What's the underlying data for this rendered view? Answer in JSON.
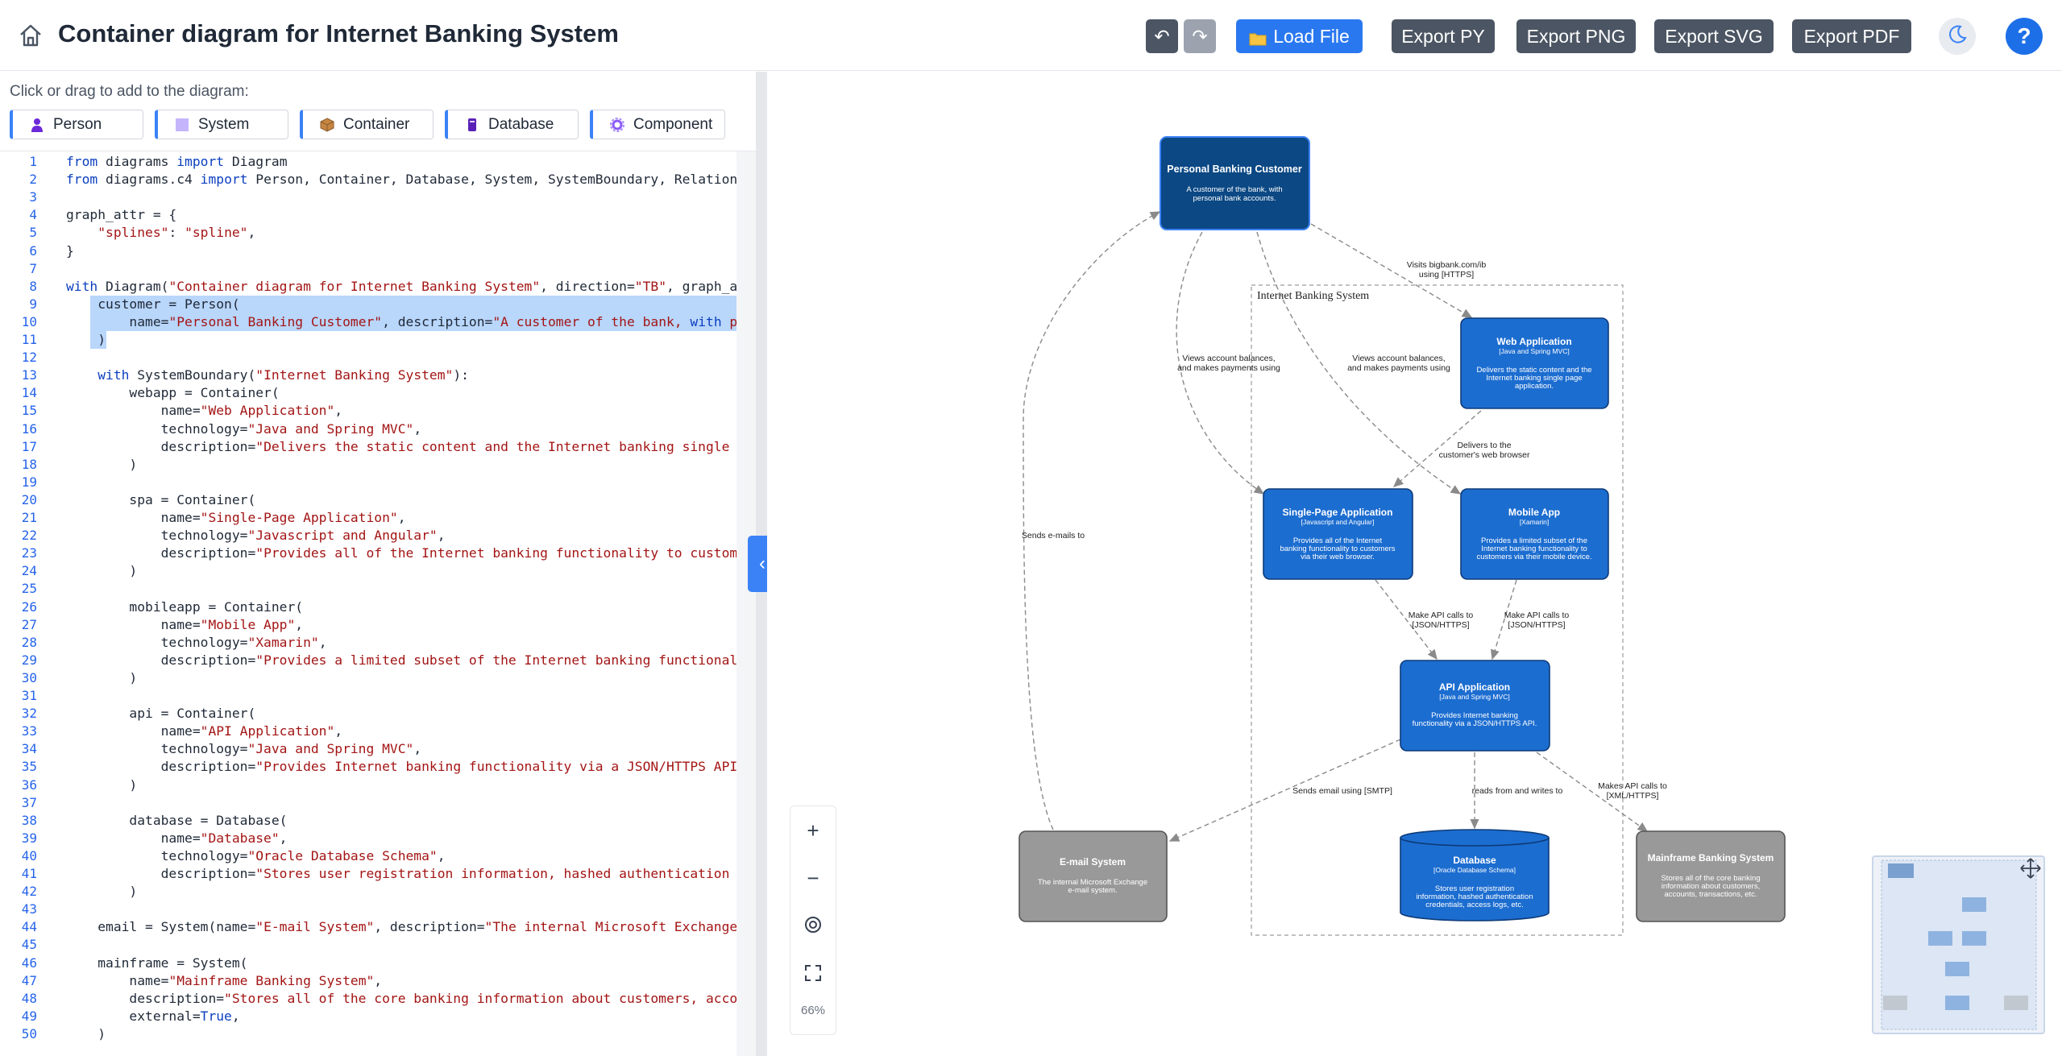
{
  "header": {
    "title": "Container diagram for Internet Banking System",
    "undo_label": "↶",
    "redo_label": "↷",
    "load_label": "Load File",
    "export_py_label": "Export PY",
    "export_png_label": "Export PNG",
    "export_svg_label": "Export SVG",
    "export_pdf_label": "Export PDF",
    "help_label": "?"
  },
  "palette": {
    "hint": "Click or drag to add to the diagram:",
    "items": [
      {
        "label": "Person",
        "icon": "person-icon",
        "color": "#6d28d9"
      },
      {
        "label": "System",
        "icon": "system-icon",
        "color": "#c4b5fd"
      },
      {
        "label": "Container",
        "icon": "container-icon",
        "color": "#b45309"
      },
      {
        "label": "Database",
        "icon": "database-icon",
        "color": "#5b21b6"
      },
      {
        "label": "Component",
        "icon": "component-icon",
        "color": "#9ca3af"
      }
    ]
  },
  "editor": {
    "line_numbers": [
      "1",
      "2",
      "3",
      "4",
      "5",
      "6",
      "7",
      "8",
      "9",
      "10",
      "11",
      "12",
      "13",
      "14",
      "15",
      "16",
      "17",
      "18",
      "19",
      "20",
      "21",
      "22",
      "23",
      "24",
      "25",
      "26",
      "27",
      "28",
      "29",
      "30",
      "31",
      "32",
      "33",
      "34",
      "35",
      "36",
      "37",
      "38",
      "39",
      "40",
      "41",
      "42",
      "43",
      "44",
      "45",
      "46",
      "47",
      "48",
      "49",
      "50"
    ],
    "lines": [
      "from diagrams import Diagram",
      "from diagrams.c4 import Person, Container, Database, System, SystemBoundary, Relationship",
      "",
      "graph_attr = {",
      "    \"splines\": \"spline\",",
      "}",
      "",
      "with Diagram(\"Container diagram for Internet Banking System\", direction=\"TB\", graph_attr=graph",
      "    customer = Person(",
      "        name=\"Personal Banking Customer\", description=\"A customer of the bank, with personal b",
      "    )",
      "",
      "    with SystemBoundary(\"Internet Banking System\"):",
      "        webapp = Container(",
      "            name=\"Web Application\",",
      "            technology=\"Java and Spring MVC\",",
      "            description=\"Delivers the static content and the Internet banking single page appl",
      "        )",
      "",
      "        spa = Container(",
      "            name=\"Single-Page Application\",",
      "            technology=\"Javascript and Angular\",",
      "            description=\"Provides all of the Internet banking functionality to customers via",
      "        )",
      "",
      "        mobileapp = Container(",
      "            name=\"Mobile App\",",
      "            technology=\"Xamarin\",",
      "            description=\"Provides a limited subset of the Internet banking functionality to cu",
      "        )",
      "",
      "        api = Container(",
      "            name=\"API Application\",",
      "            technology=\"Java and Spring MVC\",",
      "            description=\"Provides Internet banking functionality via a JSON/HTTPS API.\",",
      "        )",
      "",
      "        database = Database(",
      "            name=\"Database\",",
      "            technology=\"Oracle Database Schema\",",
      "            description=\"Stores user registration information, hashed authentication credentia",
      "        )",
      "",
      "    email = System(name=\"E-mail System\", description=\"The internal Microsoft Exchange e-mail s",
      "",
      "    mainframe = System(",
      "        name=\"Mainframe Banking System\",",
      "        description=\"Stores all of the core banking information about customers, accounts, tra",
      "        external=True,",
      "    )"
    ]
  },
  "zoom": {
    "in": "+",
    "out": "−",
    "level": "66%"
  },
  "diagram": {
    "boundary_label": "Internet Banking System",
    "nodes": {
      "customer": {
        "name": "Personal Banking Customer",
        "desc1": "A customer of the bank, with",
        "desc2": "personal bank accounts."
      },
      "webapp": {
        "name": "Web Application",
        "tech": "[Java and Spring MVC]",
        "desc1": "Delivers the static content and the",
        "desc2": "Internet banking single page",
        "desc3": "application."
      },
      "spa": {
        "name": "Single-Page Application",
        "tech": "[Javascript and Angular]",
        "desc1": "Provides all of the Internet",
        "desc2": "banking functionality to customers",
        "desc3": "via their web browser."
      },
      "mobile": {
        "name": "Mobile App",
        "tech": "[Xamarin]",
        "desc1": "Provides a limited subset of the",
        "desc2": "Internet banking functionality to",
        "desc3": "customers via their mobile device."
      },
      "api": {
        "name": "API Application",
        "tech": "[Java and Spring MVC]",
        "desc1": "Provides Internet banking",
        "desc2": "functionality via a JSON/HTTPS API."
      },
      "database": {
        "name": "Database",
        "tech": "[Oracle Database Schema]",
        "desc1": "Stores user registration",
        "desc2": "information, hashed authentication",
        "desc3": "credentials, access logs, etc."
      },
      "email": {
        "name": "E-mail System",
        "desc1": "The internal Microsoft Exchange",
        "desc2": "e-mail system."
      },
      "mainframe": {
        "name": "Mainframe Banking System",
        "desc1": "Stores all of the core banking",
        "desc2": "information about customers,",
        "desc3": "accounts, transactions, etc."
      }
    },
    "edges": {
      "visits1": "Visits bigbank.com/ib",
      "visits2": "using [HTTPS]",
      "views_a1": "Views account balances,",
      "views_a2": "and makes payments using",
      "views_b1": "Views account balances,",
      "views_b2": "and makes payments using",
      "delivers1": "Delivers to the",
      "delivers2": "customer's web browser",
      "sends": "Sends e-mails to",
      "api_a1": "Make API calls to",
      "api_a2": "[JSON/HTTPS]",
      "api_b1": "Make API calls to",
      "api_b2": "[JSON/HTTPS]",
      "smtp": "Sends email using [SMTP]",
      "reads": "reads from and writes to",
      "xml1": "Makes API calls to",
      "xml2": "[XML/HTTPS]"
    }
  }
}
